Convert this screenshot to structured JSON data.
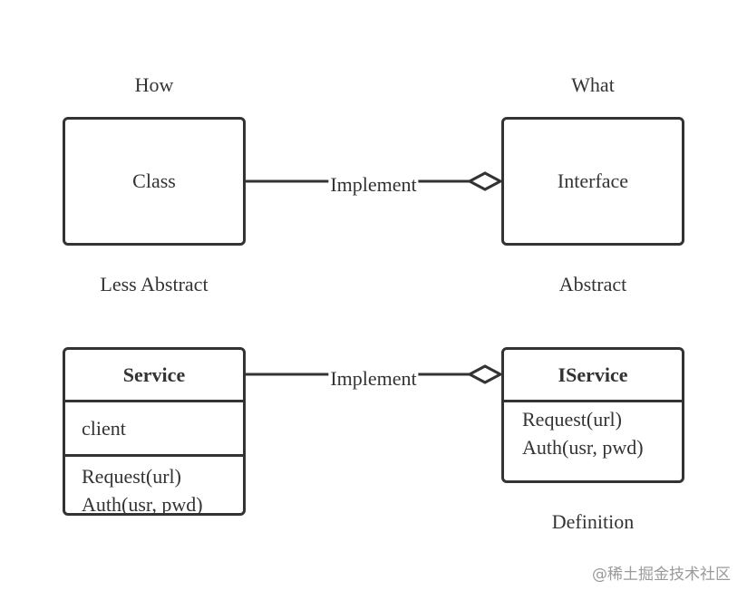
{
  "top": {
    "left_heading": "How",
    "right_heading": "What",
    "left_box_label": "Class",
    "right_box_label": "Interface",
    "connector_label": "Implement",
    "left_caption": "Less Abstract",
    "right_caption": "Abstract"
  },
  "bottom": {
    "service": {
      "name": "Service",
      "attributes": [
        "client"
      ],
      "methods": [
        "Request(url)",
        "Auth(usr, pwd)"
      ]
    },
    "iservice": {
      "name": "IService",
      "methods": [
        "Request(url)",
        "Auth(usr, pwd)"
      ]
    },
    "connector_label": "Implement",
    "right_caption": "Definition"
  },
  "watermark": "@稀土掘金技术社区"
}
